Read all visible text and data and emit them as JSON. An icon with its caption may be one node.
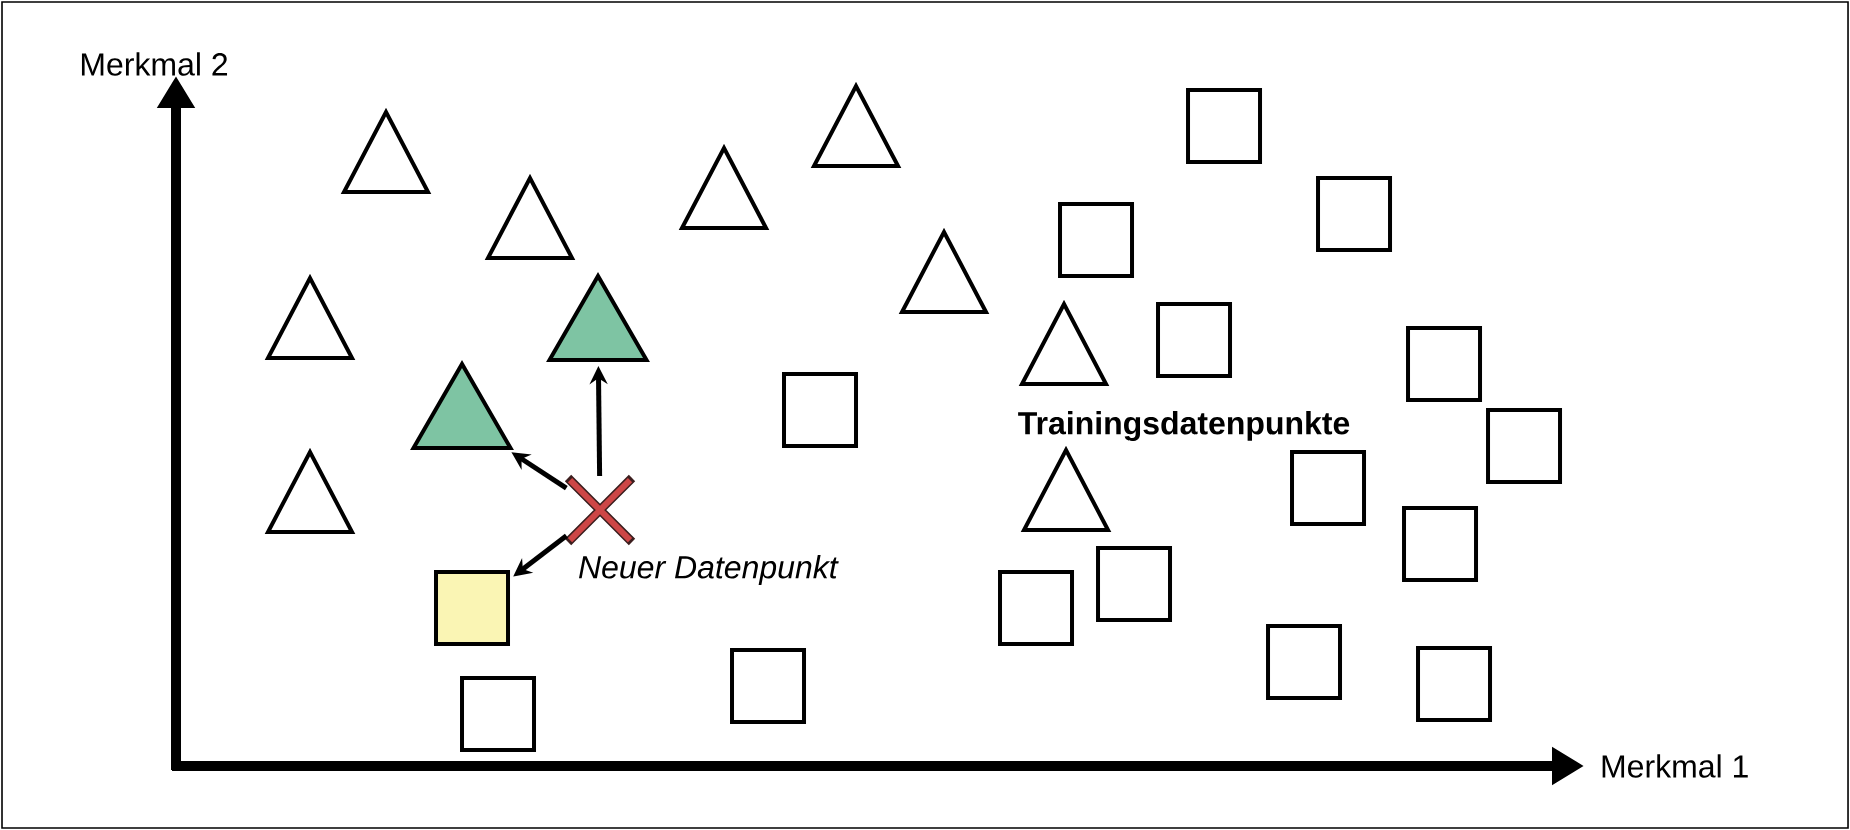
{
  "diagram": {
    "nodes": [
      {
        "text": [],
        "shape": "triangle"
      },
      {
        "text": [],
        "shape": "triangle"
      },
      {
        "text": [],
        "shape": "cross",
        "beside": [
          "Neuer Datenpunkt"
        ]
      },
      {
        "text": [],
        "shape": "box"
      }
    ],
    "edges": [
      {
        "from": 2,
        "to": 0,
        "arrow": "to"
      },
      {
        "from": 2,
        "to": 1,
        "arrow": "to"
      },
      {
        "from": 2,
        "to": 3,
        "arrow": "to"
      }
    ],
    "labels": [
      "Merkmal 2",
      "Trainingsdatenpunkte",
      "Merkmal 1"
    ]
  }
}
